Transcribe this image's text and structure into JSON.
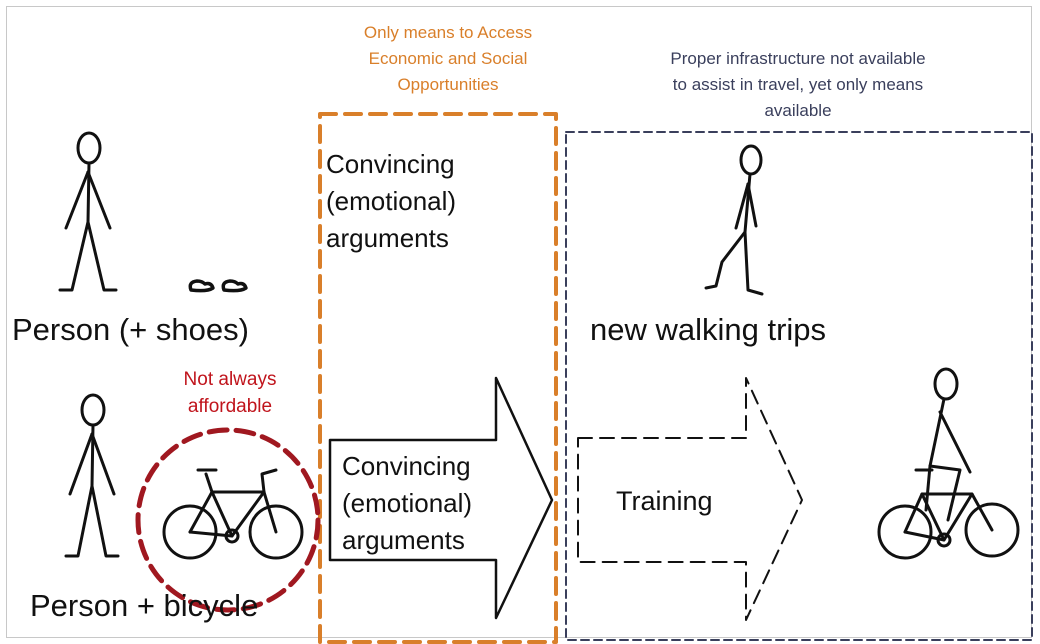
{
  "notes": {
    "access": [
      "Only means to Access",
      "Economic and Social",
      "Opportunities"
    ],
    "infrastructure": [
      "Proper infrastructure not available",
      "to assist in travel, yet only means",
      "available"
    ],
    "affordable": [
      "Not always",
      "affordable"
    ]
  },
  "labels": {
    "person_shoes": "Person (+ shoes)",
    "person_bicycle": "Person + bicycle",
    "new_walking_trips": "new walking trips",
    "training": "Training"
  },
  "arguments": {
    "top": [
      "Convincing",
      "(emotional)",
      "arguments"
    ],
    "arrow": [
      "Convincing",
      "(emotional)",
      "arguments"
    ]
  },
  "colors": {
    "orange": "#d97f2a",
    "navy": "#3a3f5c",
    "red": "#a01820"
  },
  "icons": [
    "stick-figure-icon",
    "shoes-icon",
    "bicycle-icon",
    "walking-person-icon",
    "cyclist-icon",
    "arrow-icon"
  ]
}
